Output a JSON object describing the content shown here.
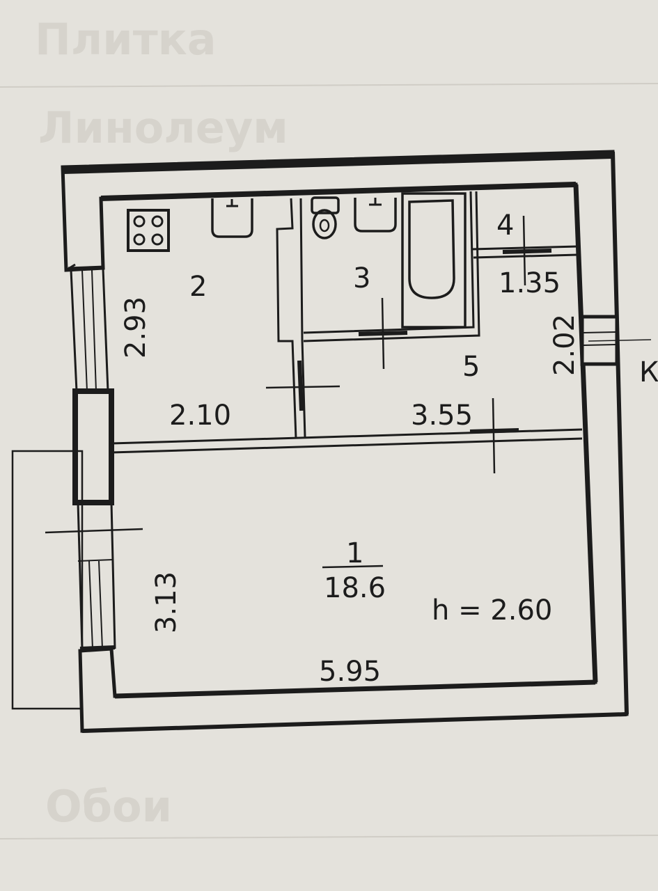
{
  "background_headings": [
    "Плитка",
    "Линолеум",
    "Обои"
  ],
  "rooms": [
    {
      "number": "1",
      "area": "18.6"
    },
    {
      "number": "2"
    },
    {
      "number": "3"
    },
    {
      "number": "4"
    },
    {
      "number": "5"
    }
  ],
  "dimensions": {
    "kitchen_height": "2.93",
    "kitchen_width": "2.10",
    "hall_width": "3.55",
    "room4_width": "1.35",
    "entrance_height": "2.02",
    "living_height": "3.13",
    "living_width": "5.95",
    "ceiling_height": "h = 2.60"
  },
  "edge_letter": "К",
  "colors": {
    "paper": "#e4e2dc",
    "ink": "#1c1c1c"
  }
}
